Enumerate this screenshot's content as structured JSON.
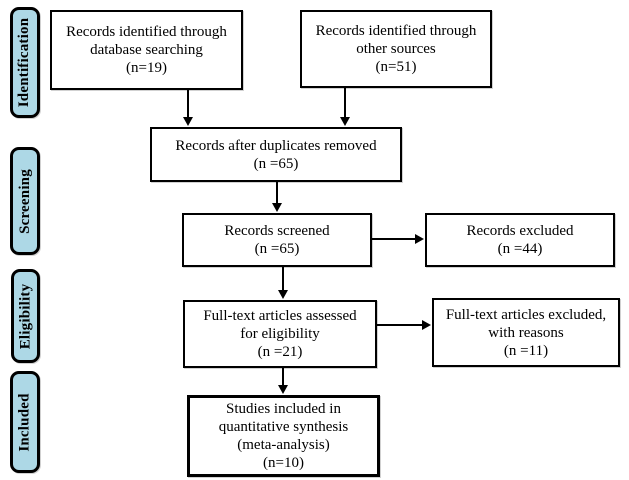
{
  "diagram": {
    "kind": "prisma-flow-diagram",
    "colors": {
      "stage_fill": "#ADD8E6",
      "box_fill": "#FFFFFF",
      "border": "#000000",
      "background": "#FFFFFF"
    }
  },
  "sidebar": {
    "stages": [
      {
        "id": "identification",
        "label": "Identification"
      },
      {
        "id": "screening",
        "label": "Screening"
      },
      {
        "id": "eligibility",
        "label": "Eligibility"
      },
      {
        "id": "included",
        "label": "Included"
      }
    ]
  },
  "flow_boxes": {
    "database_search": "Records identified through\ndatabase searching\n(n=19)",
    "other_sources": "Records identified through\nother sources\n(n=51)",
    "duplicates_removed": "Records after duplicates removed\n(n =65)",
    "records_screened": "Records screened\n(n =65)",
    "records_excluded": "Records excluded\n(n =44)",
    "fulltext_assessed": "Full-text articles assessed\nfor eligibility\n(n =21)",
    "fulltext_excluded": "Full-text articles excluded,\nwith reasons\n(n =11)",
    "studies_included": "Studies included in\nquantitative synthesis\n(meta-analysis)\n(n=10)"
  }
}
